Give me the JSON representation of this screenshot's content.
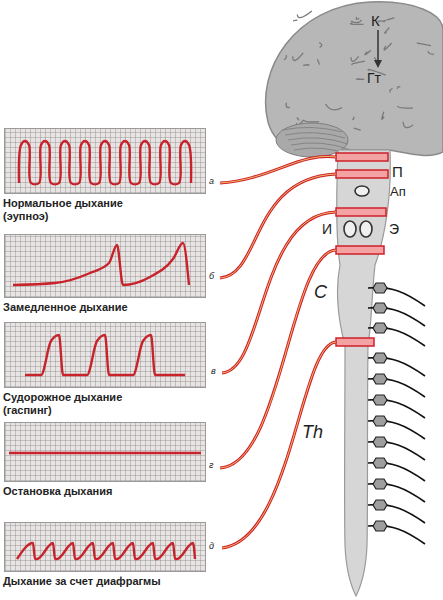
{
  "diagram": {
    "nodes": [
      {
        "text": [
          "Нормальное дыхание (эупноэ)"
        ]
      },
      {
        "text": [
          "Замедленное дыхание"
        ]
      },
      {
        "text": [
          "Судорожное дыхание (гаспинг)"
        ]
      },
      {
        "text": [
          "Остановка дыхания"
        ]
      },
      {
        "text": [
          "Дыхание за счет диафрагмы"
        ]
      }
    ],
    "labels": [
      "а",
      "б",
      "в",
      "г",
      "д",
      "К",
      "Гт",
      "П",
      "Ап",
      "И",
      "Э",
      "С",
      "Th"
    ]
  }
}
